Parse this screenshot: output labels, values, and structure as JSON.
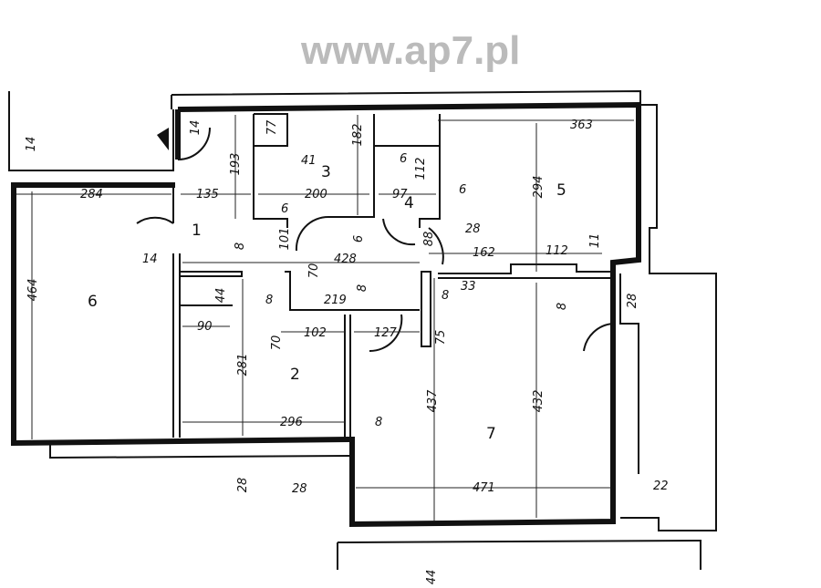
{
  "watermark": "www.ap7.pl",
  "rooms": [
    "1",
    "2",
    "3",
    "4",
    "5",
    "6",
    "7"
  ],
  "dimensions": [
    "14",
    "14",
    "193",
    "77",
    "41",
    "182",
    "6",
    "112",
    "6",
    "363",
    "294",
    "284",
    "135",
    "200",
    "97",
    "6",
    "6",
    "28",
    "88",
    "101",
    "8",
    "428",
    "162",
    "112",
    "11",
    "14",
    "464",
    "44",
    "70",
    "8",
    "8",
    "219",
    "33",
    "8",
    "8",
    "28",
    "90",
    "70",
    "102",
    "127",
    "75",
    "281",
    "296",
    "8",
    "437",
    "432",
    "28",
    "28",
    "471",
    "22",
    "44"
  ]
}
